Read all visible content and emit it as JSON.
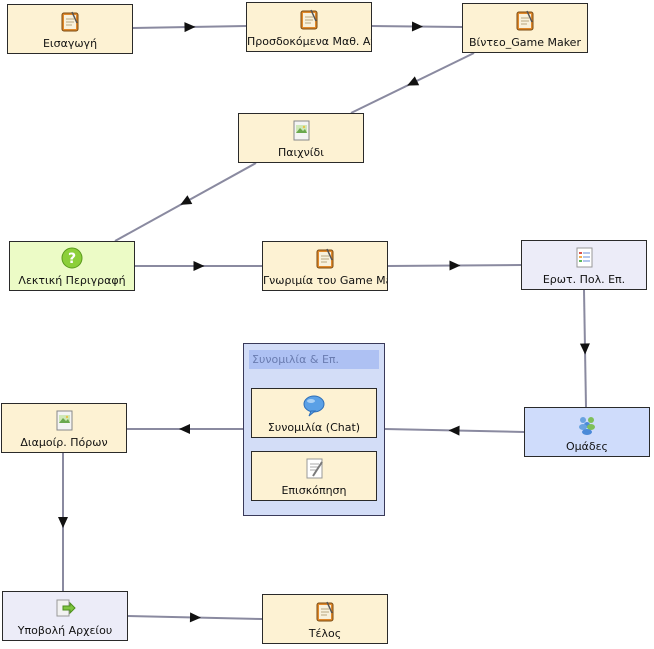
{
  "nodes": {
    "eisagogi": {
      "label": "Εισαγωγή",
      "icon": "notepad-icon"
    },
    "prosdokomena": {
      "label": "Προσδοκόμενα Μαθ. Απ",
      "icon": "notepad-icon"
    },
    "vinteo": {
      "label": "Βίντεο_Game Maker",
      "icon": "notepad-icon"
    },
    "paichnidi": {
      "label": "Παιχνίδι",
      "icon": "image-resource-icon"
    },
    "lektiki": {
      "label": "Λεκτική Περιγραφή",
      "icon": "question-icon"
    },
    "gnorimia": {
      "label": "Γνωριμία του Game Ma",
      "icon": "notepad-icon"
    },
    "erotpol": {
      "label": "Ερωτ. Πολ. Επ.",
      "icon": "checklist-icon"
    },
    "omades": {
      "label": "Ομάδες",
      "icon": "people-group-icon"
    },
    "chat": {
      "label": "Συνομιλία (Chat)",
      "icon": "chat-bubble-icon"
    },
    "episkopisi": {
      "label": "Επισκόπηση",
      "icon": "document-review-icon"
    },
    "diamoirporon": {
      "label": "Διαμοίρ. Πόρων",
      "icon": "image-resource-icon"
    },
    "ypovoli": {
      "label": "Υποβολή Αρχείου",
      "icon": "file-submit-icon"
    },
    "telos": {
      "label": "Τέλος",
      "icon": "notepad-icon"
    }
  },
  "group": {
    "title": "Συνομιλία & Επ."
  },
  "colors": {
    "edge": "#8a8aa0",
    "arrow": "#111111"
  }
}
